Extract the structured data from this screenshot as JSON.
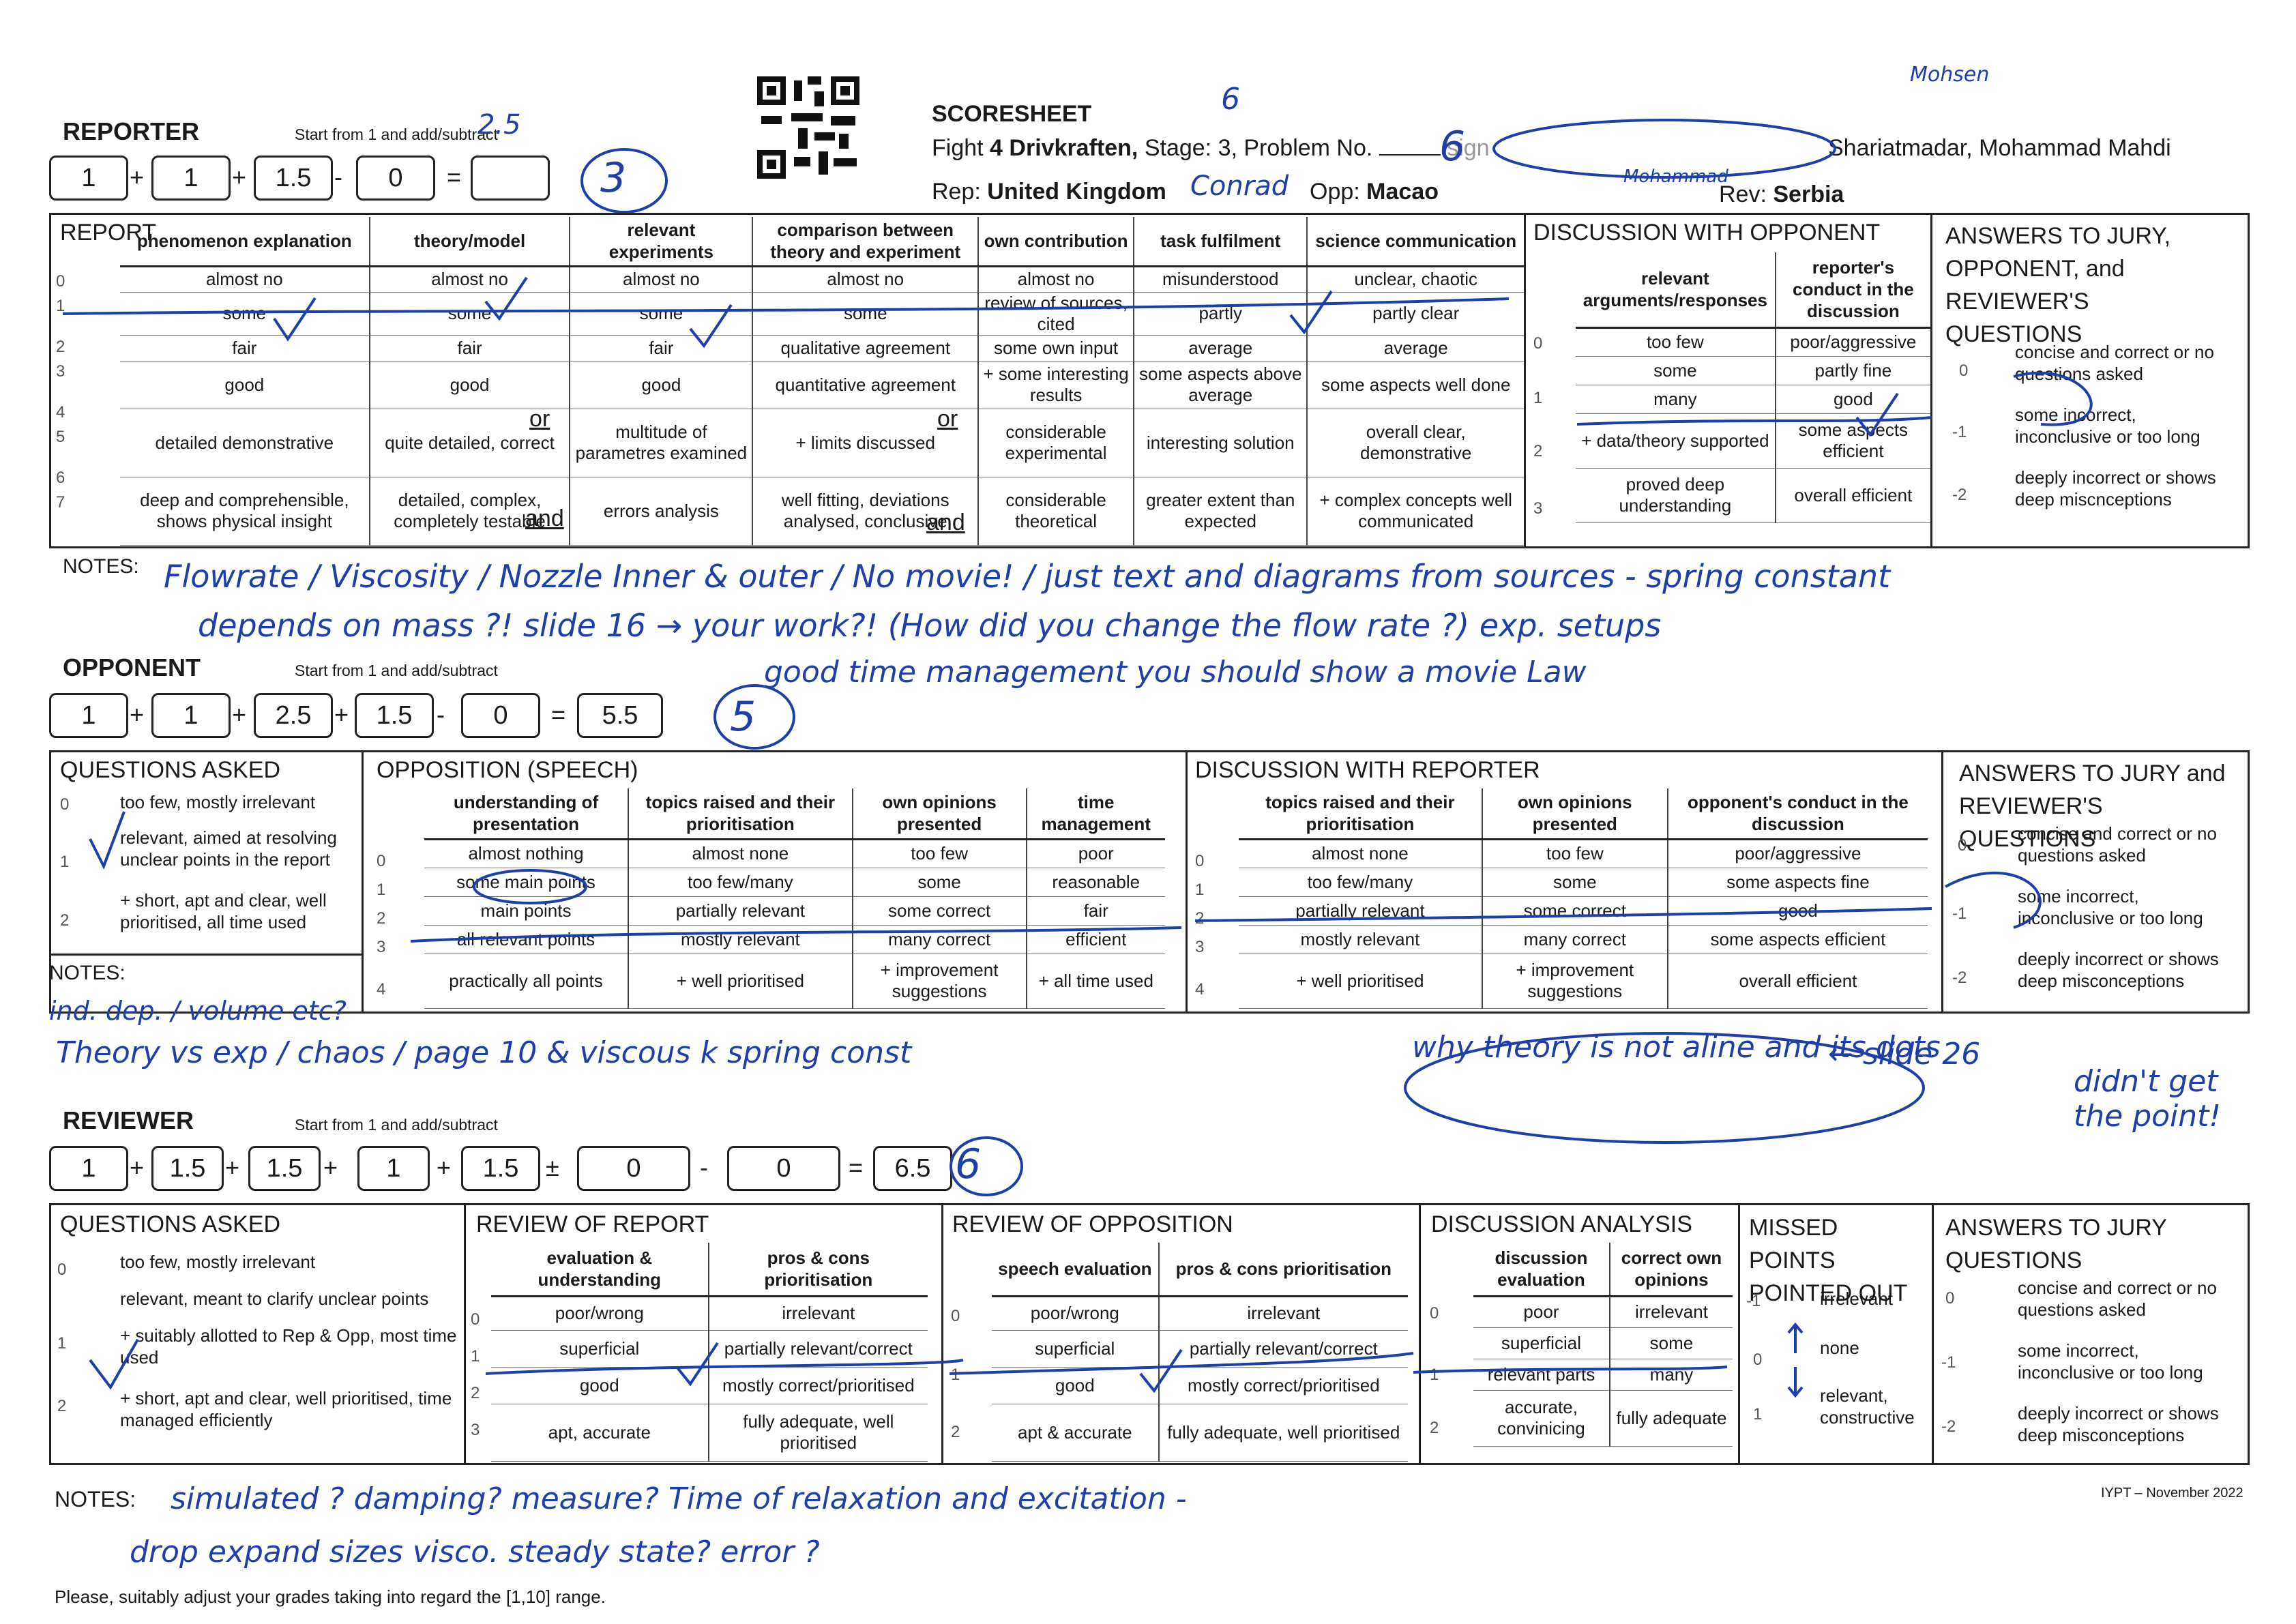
{
  "header": {
    "title": "SCORESHEET",
    "fight_prefix": "Fight",
    "fight_no": "4 Drivkraften,",
    "stage": "Stage: 3, Problem No.",
    "problem_no_hand": "6",
    "sign_label": "sign",
    "juror_name": "Shariatmadar, Mohammad Mahdi",
    "rep_label": "Rep:",
    "rep_team": "United Kingdom",
    "rep_hand": "Conrad",
    "opp_label": "Opp:",
    "opp_team": "Macao",
    "rev_label": "Rev:",
    "rev_team": "Serbia",
    "hand_top": "6",
    "hand_sign": "Mohammad",
    "hand_corner_scribble": "Mohsen"
  },
  "reporter": {
    "title": "REPORTER",
    "hint": "Start from 1 and add/subtract",
    "boxes": [
      "1",
      "1",
      "1.5",
      "0"
    ],
    "ops": [
      "+",
      "+",
      "-",
      "="
    ],
    "result_hand": "2.5",
    "final_hand": "3",
    "report_label": "REPORT",
    "columns": [
      "phenomenon explanation",
      "theory/model",
      "relevant experiments",
      "comparison between theory and experiment",
      "own contribution",
      "task fulfilment",
      "science communication"
    ],
    "rows": [
      [
        "almost no",
        "almost no",
        "almost no",
        "almost no",
        "almost no",
        "misunderstood",
        "unclear, chaotic"
      ],
      [
        "some",
        "some",
        "some",
        "some",
        "review of sources, cited",
        "partly",
        "partly clear"
      ],
      [
        "fair",
        "fair",
        "fair",
        "qualitative agreement",
        "some own input",
        "average",
        "average"
      ],
      [
        "good",
        "good",
        "good",
        "quantitative agreement",
        "+ some interesting results",
        "some aspects above average",
        "some aspects well done"
      ],
      [
        "detailed demonstrative",
        "quite detailed, correct",
        "multitude of parametres examined",
        "+ limits discussed",
        "considerable experimental",
        "interesting solution",
        "overall clear, demonstrative"
      ],
      [
        "deep and comprehensible, shows physical insight",
        "detailed, complex, completely testable",
        "errors analysis",
        "well fitting, deviations analysed, conclusive",
        "considerable theoretical",
        "greater extent than expected",
        "+ complex concepts well communicated"
      ]
    ],
    "or_word": "or",
    "and_word": "and",
    "scale": [
      "0",
      "1",
      "2",
      "3",
      "4",
      "5",
      "6",
      "7"
    ],
    "discussion_title": "DISCUSSION WITH OPPONENT",
    "disc_cols": [
      "relevant arguments/responses",
      "reporter's conduct in the discussion"
    ],
    "disc_rows": [
      [
        "too few",
        "poor/aggressive"
      ],
      [
        "some",
        "partly fine"
      ],
      [
        "many",
        "good"
      ],
      [
        "+ data/theory supported",
        "some aspects efficient"
      ],
      [
        "proved deep understanding",
        "overall efficient"
      ]
    ],
    "disc_scale": [
      "0",
      "1",
      "2",
      "3"
    ],
    "answers_title": "ANSWERS TO JURY, OPPONENT, and REVIEWER'S QUESTIONS",
    "answers": [
      "concise and correct or no questions asked",
      "some incorrect, inconclusive or too long",
      "deeply incorrect or shows deep miscnceptions"
    ],
    "answers_scale": [
      "0",
      "-1",
      "-2"
    ],
    "notes_label": "NOTES:",
    "notes_hand": [
      "Flowrate / Viscosity / Nozzle Inner & outer / No movie! / just text and diagrams from sources - spring constant",
      "depends on mass ?!     slide 16 → your work?!   (How did you change the flow rate ?)   exp. setups",
      "good time management        you should show a movie        Law"
    ]
  },
  "opponent": {
    "title": "OPPONENT",
    "hint": "Start from 1 and add/subtract",
    "boxes": [
      "1",
      "1",
      "2.5",
      "1.5",
      "0",
      "5.5"
    ],
    "ops": [
      "+",
      "+",
      "+",
      "-",
      "="
    ],
    "final_hand": "5",
    "q_title": "QUESTIONS ASKED",
    "q_items": [
      "too few, mostly irrelevant",
      "relevant, aimed at resolving unclear points in the report",
      "+ short, apt and clear, well prioritised, all time used"
    ],
    "q_scale": [
      "0",
      "1",
      "2"
    ],
    "speech_title": "OPPOSITION (SPEECH)",
    "speech_cols": [
      "understanding of presentation",
      "topics raised and their prioritisation",
      "own opinions presented",
      "time management"
    ],
    "speech_rows": [
      [
        "almost nothing",
        "almost none",
        "too few",
        "poor"
      ],
      [
        "some main points",
        "too few/many",
        "some",
        "reasonable"
      ],
      [
        "main points",
        "partially relevant",
        "some correct",
        "fair"
      ],
      [
        "all relevant points",
        "mostly relevant",
        "many correct",
        "efficient"
      ],
      [
        "practically all points",
        "+ well prioritised",
        "+ improvement suggestions",
        "+ all time used"
      ]
    ],
    "speech_scale": [
      "0",
      "1",
      "2",
      "3",
      "4"
    ],
    "disc_title": "DISCUSSION WITH REPORTER",
    "disc_cols": [
      "topics raised and their prioritisation",
      "own opinions presented",
      "opponent's conduct in the discussion"
    ],
    "disc_rows": [
      [
        "almost none",
        "too few",
        "poor/aggressive"
      ],
      [
        "too few/many",
        "some",
        "some aspects fine"
      ],
      [
        "partially relevant",
        "some correct",
        "good"
      ],
      [
        "mostly relevant",
        "many correct",
        "some aspects efficient"
      ],
      [
        "+ well prioritised",
        "+ improvement suggestions",
        "overall efficient"
      ]
    ],
    "disc_scale": [
      "0",
      "1",
      "2",
      "3",
      "4"
    ],
    "answers_title": "ANSWERS TO JURY and REVIEWER'S QUESTIONS",
    "answers": [
      "concise and correct or no questions asked",
      "some incorrect, inconclusive or too long",
      "deeply incorrect or shows deep misconceptions"
    ],
    "answers_scale": [
      "0",
      "-1",
      "-2"
    ],
    "notes_label": "NOTES:",
    "notes_hand": [
      "ind. dep. / volume etc?",
      "Theory vs exp / chaos /  page 10  & viscous  k  spring const"
    ],
    "side_hand": [
      "why theory is not aline and its dots",
      "← slide 26",
      "didn't get the point!"
    ]
  },
  "reviewer": {
    "title": "REVIEWER",
    "hint": "Start from 1 and add/subtract",
    "boxes": [
      "1",
      "1.5",
      "1.5",
      "1",
      "1.5",
      "0",
      "0",
      "6.5"
    ],
    "ops": [
      "+",
      "+",
      "+",
      "+",
      "±",
      "-",
      "="
    ],
    "final_hand": "6",
    "q_title": "QUESTIONS ASKED",
    "q_items": [
      "too few, mostly irrelevant",
      "relevant, meant to clarify unclear points",
      "+ suitably allotted to Rep & Opp, most time used",
      "+ short, apt and clear, well prioritised, time managed efficiently"
    ],
    "q_scale": [
      "0",
      "1",
      "2"
    ],
    "rr_title": "REVIEW OF REPORT",
    "rr_cols": [
      "evaluation & understanding",
      "pros & cons prioritisation"
    ],
    "rr_rows": [
      [
        "poor/wrong",
        "irrelevant"
      ],
      [
        "superficial",
        "partially relevant/correct"
      ],
      [
        "good",
        "mostly correct/prioritised"
      ],
      [
        "apt, accurate",
        "fully adequate, well prioritised"
      ]
    ],
    "rr_scale": [
      "0",
      "1",
      "2",
      "3"
    ],
    "ro_title": "REVIEW OF OPPOSITION",
    "ro_cols": [
      "speech evaluation",
      "pros & cons prioritisation"
    ],
    "ro_rows": [
      [
        "poor/wrong",
        "irrelevant"
      ],
      [
        "superficial",
        "partially relevant/correct"
      ],
      [
        "good",
        "mostly correct/prioritised"
      ],
      [
        "apt & accurate",
        "fully adequate, well prioritised"
      ]
    ],
    "ro_scale": [
      "0",
      "1",
      "2"
    ],
    "da_title": "DISCUSSION ANALYSIS",
    "da_cols": [
      "discussion evaluation",
      "correct own opinions"
    ],
    "da_rows": [
      [
        "poor",
        "irrelevant"
      ],
      [
        "superficial",
        "some"
      ],
      [
        "relevant parts",
        "many"
      ],
      [
        "accurate, convinicing",
        "fully adequate"
      ]
    ],
    "da_scale": [
      "0",
      "1",
      "2"
    ],
    "mp_title": "MISSED POINTS POINTED OUT",
    "mp_items": [
      "irrelevant",
      "none",
      "relevant, constructive"
    ],
    "mp_scale": [
      "-1",
      "0",
      "1"
    ],
    "answers_title": "ANSWERS TO JURY QUESTIONS",
    "answers": [
      "concise and correct or no questions asked",
      "some incorrect, inconclusive or too long",
      "deeply incorrect or shows deep misconceptions"
    ],
    "answers_scale": [
      "0",
      "-1",
      "-2"
    ],
    "notes_label": "NOTES:",
    "notes_hand": [
      "simulated ?  damping?   measure?   Time of relaxation and excitation -",
      "drop expand sizes   visco.   steady state?   error ?"
    ]
  },
  "footer": {
    "note": "Please, suitably adjust your grades taking into regard the [1,10] range.",
    "version": "IYPT – November 2022"
  }
}
